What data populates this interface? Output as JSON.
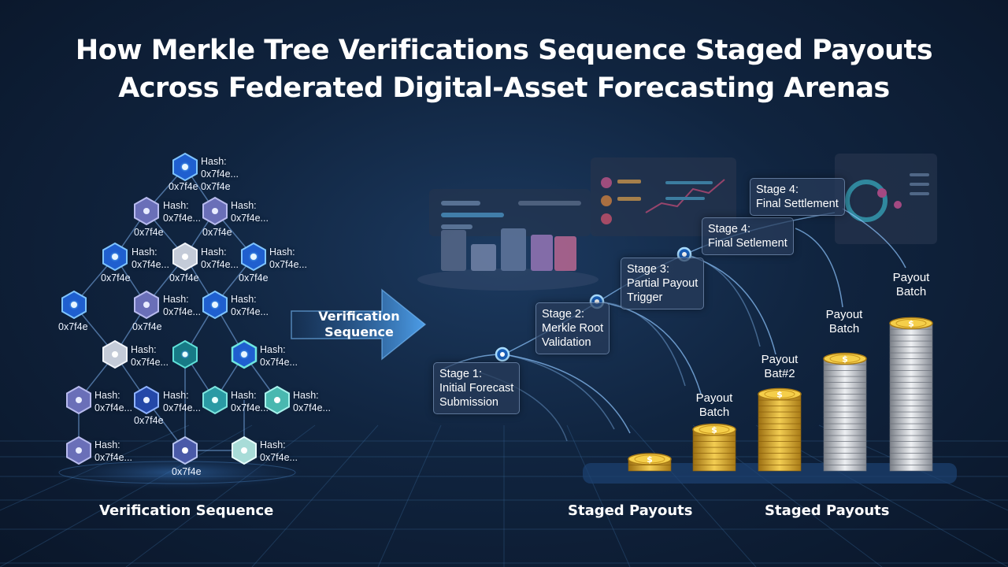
{
  "title": {
    "line1": "How Merkle Tree Verifications Sequence Staged Payouts",
    "line2": "Across Federated Digital-Asset Forecasting Arenas"
  },
  "tree": {
    "hash_label": "Hash:",
    "hash_value": "0x7f4e...",
    "short_hash": "0x7f4e"
  },
  "arrow_label": {
    "line1": "Verification",
    "line2": "Sequence"
  },
  "stages": [
    {
      "line1": "Stage 1:",
      "line2": "Initial Forecast",
      "line3": "Submission"
    },
    {
      "line1": "Stage 2:",
      "line2": "Merkle Root",
      "line3": "Validation"
    },
    {
      "line1": "Stage 3:",
      "line2": "Partial Payout",
      "line3": "Trigger"
    },
    {
      "line1": "Stage 4:",
      "line2": "Final Setlement"
    },
    {
      "line1": "Stage 4:",
      "line2": "Final Settlement"
    }
  ],
  "batches": [
    {
      "line1": "Payout",
      "line2": "Batch"
    },
    {
      "line1": "Payout",
      "line2": "Bat#2"
    },
    {
      "line1": "Payout",
      "line2": "Batch"
    },
    {
      "line1": "Payout",
      "line2": "Batch"
    }
  ],
  "bottom_labels": {
    "left": "Verification Sequence",
    "middle": "Staged Payouts",
    "right": "Staged Payouts"
  },
  "colors": {
    "background": "#10243f",
    "node_blue": "#3a8cff",
    "node_purple": "#8a8fd8",
    "node_teal": "#3fd0c8",
    "coin_gold": "#e8b830",
    "coin_silver": "#c9ccd2"
  }
}
